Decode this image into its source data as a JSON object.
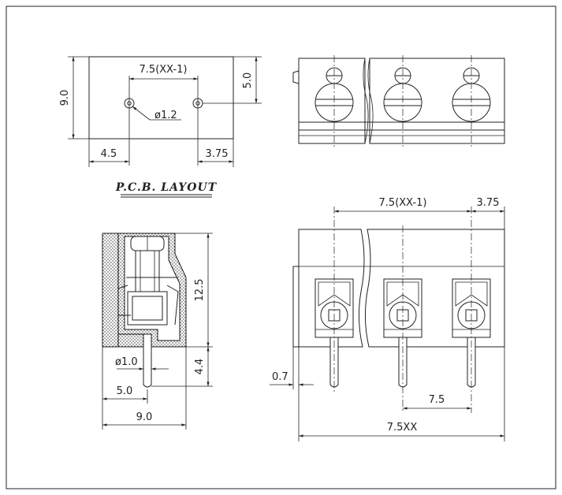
{
  "pcb_layout": {
    "title": "P.C.B. LAYOUT",
    "dims": {
      "height": "9.0",
      "pitch": "7.5(XX-1)",
      "top_offset": "5.0",
      "hole_dia": "ø1.2",
      "left_margin": "4.5",
      "right_margin": "3.75"
    }
  },
  "side_view": {
    "dims": {
      "height": "12.5",
      "pin_length": "4.4",
      "pin_dia": "ø1.0",
      "pin_offset": "5.0",
      "depth": "9.0"
    }
  },
  "front_view": {
    "dims": {
      "pitch_total": "7.5(XX-1)",
      "edge_offset": "3.75",
      "pin_width": "0.7",
      "pitch": "7.5",
      "total_length": "7.5XX"
    }
  }
}
